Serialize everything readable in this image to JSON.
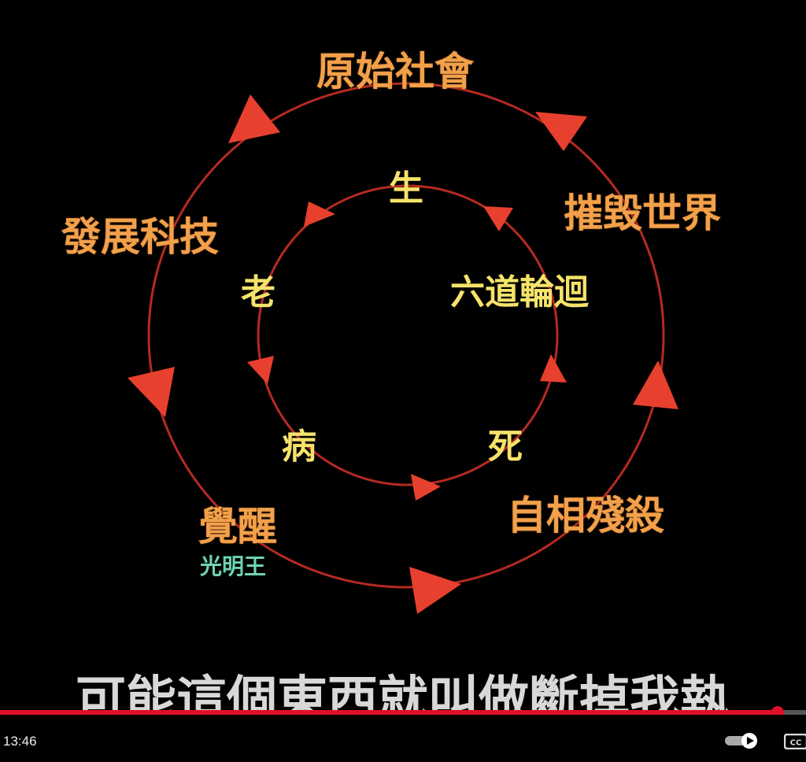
{
  "cycle": {
    "outer_labels": [
      "原始社會",
      "摧毀世界",
      "自相殘殺",
      "覺醒",
      "發展科技"
    ],
    "outer_sub_label": "光明王",
    "inner_labels": [
      "生",
      "六道輪迴",
      "死",
      "病",
      "老"
    ]
  },
  "subtitle": "可能這個東西就叫做斷掉我執",
  "player": {
    "time": "13:46",
    "progress": 0.965,
    "accent_color": "#e0102a",
    "icons": [
      "autoplay-toggle-icon",
      "captions-icon"
    ]
  },
  "colors": {
    "outer_text": "#f2a04a",
    "inner_text": "#f5e36a",
    "sub_text": "#6fd3b2",
    "ring": "#b52a22",
    "arrow": "#e8402e"
  }
}
